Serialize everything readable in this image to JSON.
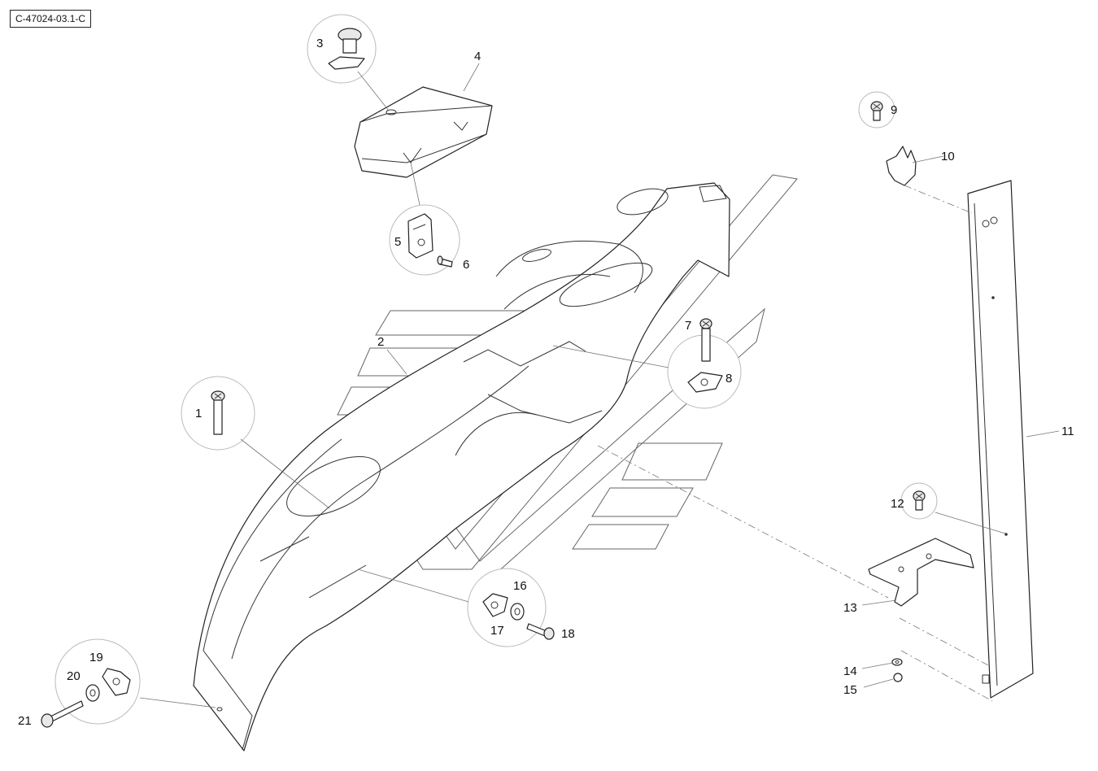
{
  "reference_code": "C-47024-03.1-C",
  "callouts": [
    {
      "id": "c1",
      "label": "1"
    },
    {
      "id": "c2",
      "label": "2"
    },
    {
      "id": "c3",
      "label": "3"
    },
    {
      "id": "c4",
      "label": "4"
    },
    {
      "id": "c5",
      "label": "5"
    },
    {
      "id": "c6",
      "label": "6"
    },
    {
      "id": "c7",
      "label": "7"
    },
    {
      "id": "c8",
      "label": "8"
    },
    {
      "id": "c9",
      "label": "9"
    },
    {
      "id": "c10",
      "label": "10"
    },
    {
      "id": "c11",
      "label": "11"
    },
    {
      "id": "c12",
      "label": "12"
    },
    {
      "id": "c13",
      "label": "13"
    },
    {
      "id": "c14",
      "label": "14"
    },
    {
      "id": "c15",
      "label": "15"
    },
    {
      "id": "c16",
      "label": "16"
    },
    {
      "id": "c17",
      "label": "17"
    },
    {
      "id": "c18",
      "label": "18"
    },
    {
      "id": "c19",
      "label": "19"
    },
    {
      "id": "c20",
      "label": "20"
    },
    {
      "id": "c21",
      "label": "21"
    }
  ]
}
